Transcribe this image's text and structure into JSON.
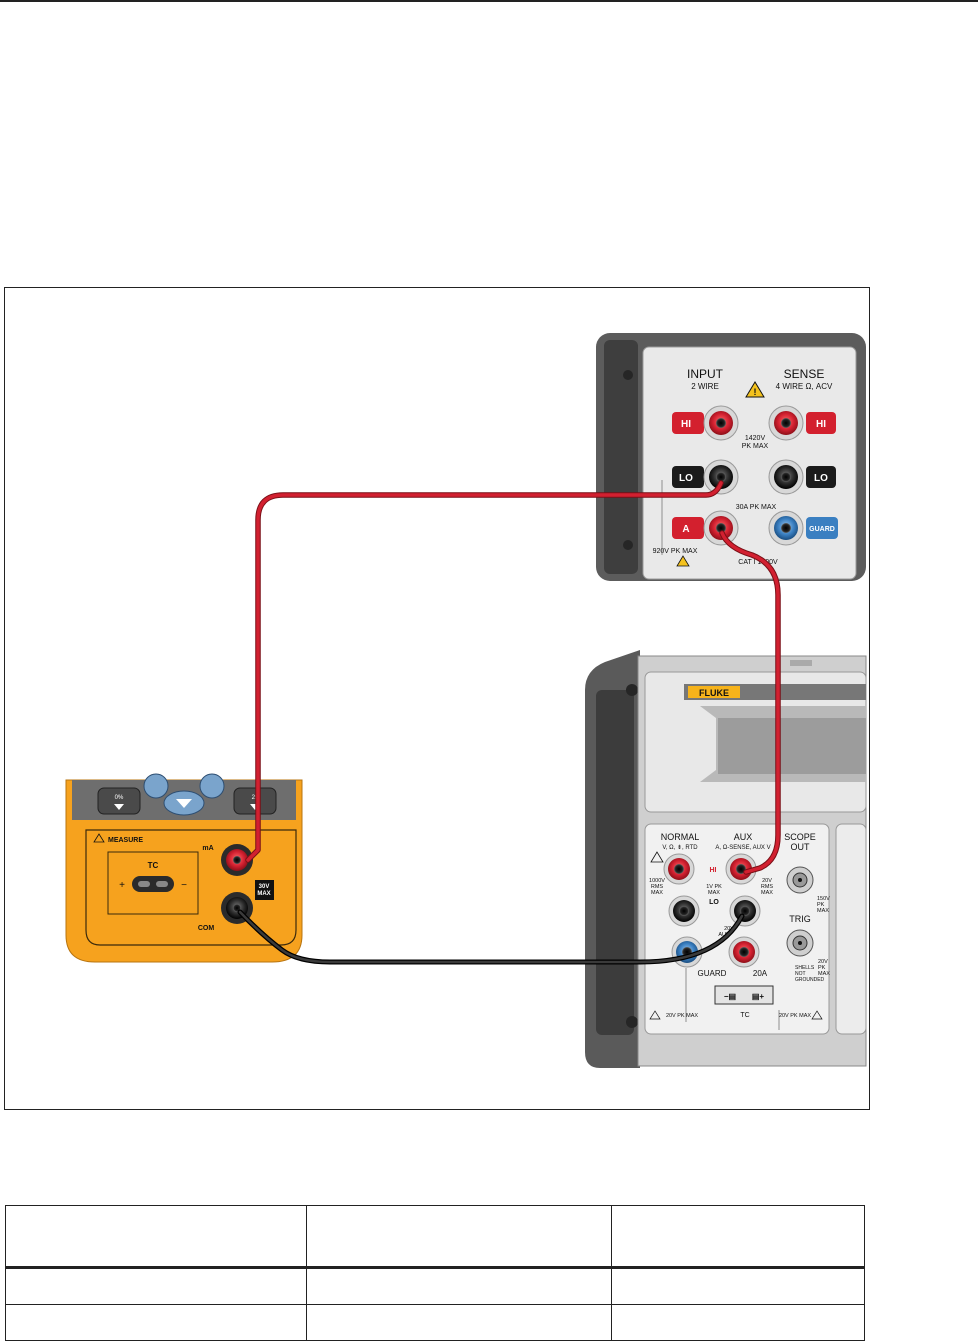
{
  "dut": {
    "input_header": "INPUT",
    "input_sub": "2 WIRE",
    "sense_header": "SENSE",
    "sense_sub": "4 WIRE Ω, ACV",
    "hi_left": "HI",
    "hi_right": "HI",
    "lo_left": "LO",
    "lo_right": "LO",
    "a_label": "A",
    "guard_label": "GUARD",
    "pk_1420": "1420V",
    "pk_max": "PK MAX",
    "pk_30a": "30A PK MAX",
    "pk_920": "920V PK MAX",
    "cat": "CAT I 1000V"
  },
  "calibrator": {
    "brand": "FLUKE",
    "normal_header": "NORMAL",
    "normal_sub": "V, Ω, ⇟, RTD",
    "aux_header": "AUX",
    "aux_sub": "A, Ω-SENSE, AUX V",
    "scope_header": "SCOPE",
    "scope_sub": "OUT",
    "hi": "HI",
    "lo": "LO",
    "v1000_a": "1000V",
    "v1000_b": "RMS",
    "v1000_c": "MAX",
    "v20_a": "20V",
    "v20_b": "RMS",
    "v20_c": "MAX",
    "v1pk_a": "1V PK",
    "v1pk_b": "MAX",
    "v20_small": "20V",
    "aux_small": "AUX",
    "guard": "GUARD",
    "a20": "20A",
    "trig": "TRIG",
    "v150_a": "150V",
    "v150_b": "PK",
    "v150_c": "MAX",
    "shells_a": "SHELLS",
    "shells_b": "NOT",
    "shells_c": "GROUNDED",
    "v20pk_a": "20V",
    "v20pk_b": "PK",
    "v20pk_c": "MAX",
    "tc_minus": "−▤",
    "tc_plus": "▤+",
    "tc": "TC",
    "bottom_left": "20V PK MAX",
    "bottom_right": "20V PK MAX"
  },
  "handheld": {
    "btn_0": "0%",
    "btn_25": "25",
    "measure": "MEASURE",
    "tc": "TC",
    "plus": "+",
    "minus": "−",
    "ma": "mA",
    "com": "COM",
    "v30_a": "30V",
    "v30_b": "MAX"
  },
  "table": {
    "headers": [
      "",
      "",
      ""
    ],
    "rows": [
      [
        "",
        "",
        ""
      ],
      [
        "",
        "",
        ""
      ]
    ]
  },
  "colors": {
    "red_lead": "#c8202a",
    "black_lead": "#1a1a1a",
    "handheld_orange": "#f6a21e",
    "panel_grey": "#eeeeee",
    "fluke_yellow": "#f6b31b",
    "guard_blue": "#3a7fc1"
  }
}
